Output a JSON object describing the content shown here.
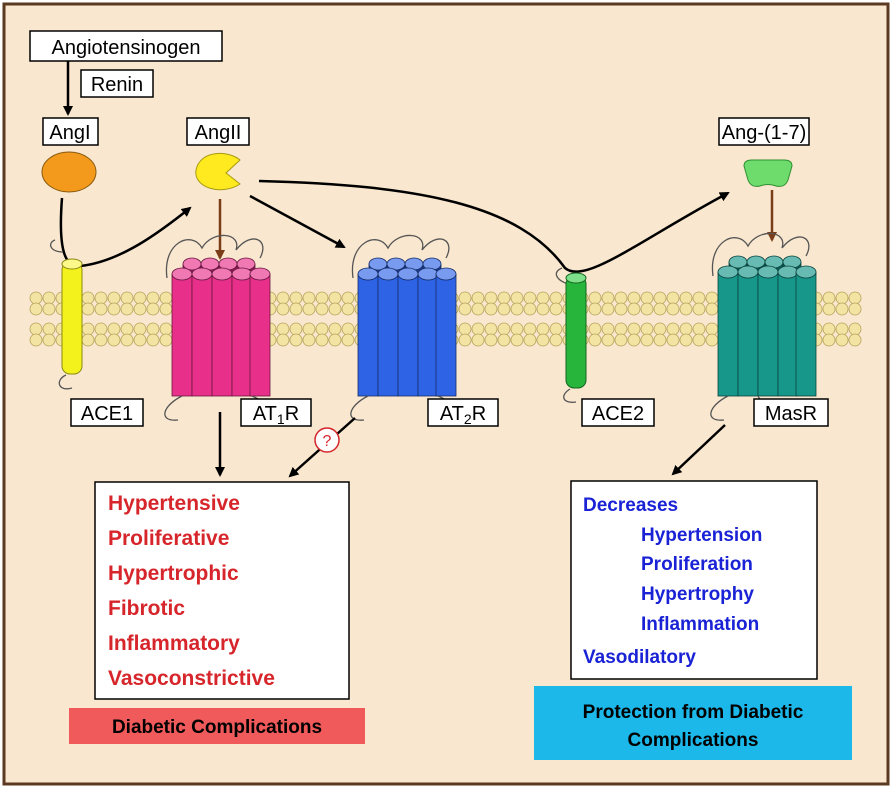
{
  "labels": {
    "angiotensinogen": "Angiotensinogen",
    "renin": "Renin",
    "angI": "AngI",
    "angII": "AngII",
    "ang17": "Ang-(1-7)",
    "ace1": "ACE1",
    "at1r_main": "AT",
    "at1r_sub": "1",
    "at1r_end": "R",
    "at2r_main": "AT",
    "at2r_sub": "2",
    "at2r_end": "R",
    "ace2": "ACE2",
    "masr": "MasR",
    "question": "?"
  },
  "left_effects": {
    "items": [
      "Hypertensive",
      "Proliferative",
      "Hypertrophic",
      "Fibrotic",
      "Inflammatory",
      "Vasoconstrictive"
    ],
    "banner": "Diabetic Complications"
  },
  "right_effects": {
    "heading": "Decreases",
    "items": [
      "Hypertension",
      "Proliferation",
      "Hypertrophy",
      "Inflammation"
    ],
    "last": "Vasodilatory",
    "banner_line1": "Protection from Diabetic",
    "banner_line2": "Complications"
  },
  "colors": {
    "background": "#f9e7cf",
    "frame": "#5b3a21",
    "angI": "#f39a1c",
    "angII": "#ffe91f",
    "ang17": "#6ddc6d",
    "ace1": "#f4f21c",
    "at1r": "#e8308a",
    "at2r": "#2f63e6",
    "ace2": "#27b53c",
    "masr": "#17968a",
    "lipid": "#f4e4a4",
    "red_banner": "#f05a5a",
    "blue_banner": "#1cb8ea",
    "red_text": "#d7262b",
    "blue_text": "#1a22d6",
    "brown_arrow": "#7a3d17"
  }
}
